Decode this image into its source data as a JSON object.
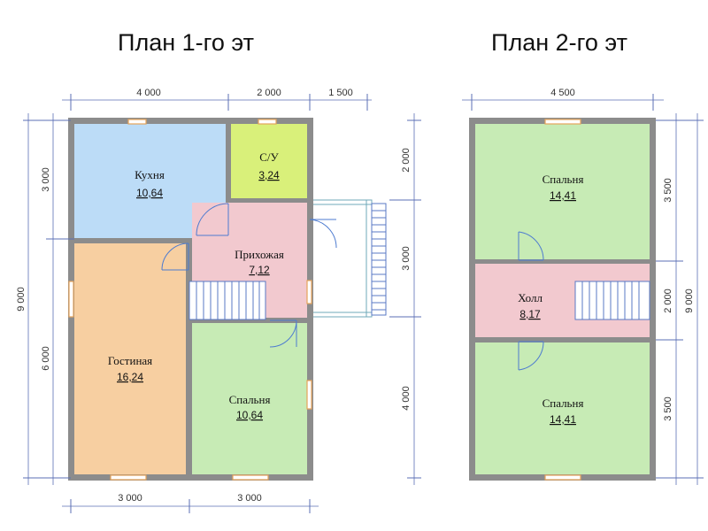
{
  "plans": {
    "first": {
      "title": "План 1-го эт",
      "dims": {
        "top": [
          "4 000",
          "2 000",
          "1 500"
        ],
        "bottom": [
          "3 000",
          "3 000"
        ],
        "left_total": "9 000",
        "left_parts": [
          "3 000",
          "6 000"
        ],
        "right_parts": [
          "2 000",
          "3 000",
          "4 000"
        ]
      },
      "rooms": [
        {
          "id": "kitchen",
          "name": "Кухня",
          "area": "10,64",
          "color": "#bcdcf7"
        },
        {
          "id": "bathroom",
          "name": "С/У",
          "area": "3,24",
          "color": "#d9f07a"
        },
        {
          "id": "hallway",
          "name": "Прихожая",
          "area": "7,12",
          "color": "#f2c9cf"
        },
        {
          "id": "living",
          "name": "Гостиная",
          "area": "16,24",
          "color": "#f7cfa1"
        },
        {
          "id": "bedroom",
          "name": "Спальня",
          "area": "10,64",
          "color": "#c7ebb5"
        }
      ]
    },
    "second": {
      "title": "План 2-го эт",
      "dims": {
        "top": [
          "4 500"
        ],
        "right_parts": [
          "3 500",
          "2 000",
          "3 500"
        ],
        "right_total": "9 000"
      },
      "rooms": [
        {
          "id": "bedroom-top",
          "name": "Спальня",
          "area": "14,41",
          "color": "#c7ebb5"
        },
        {
          "id": "hall",
          "name": "Холл",
          "area": "8,17",
          "color": "#f2c9cf"
        },
        {
          "id": "bedroom-bottom",
          "name": "Спальня",
          "area": "14,41",
          "color": "#c7ebb5"
        }
      ]
    }
  }
}
